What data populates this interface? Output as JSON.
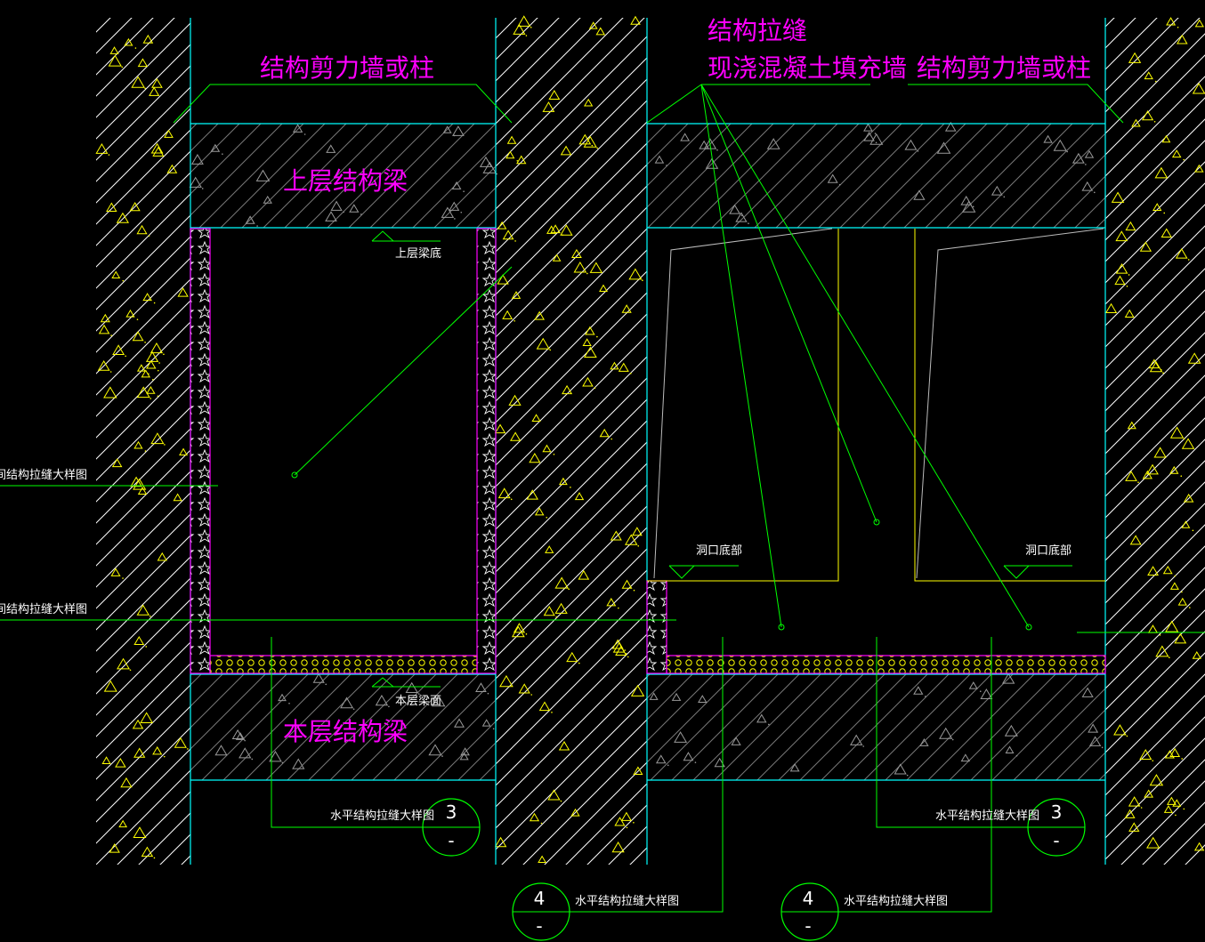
{
  "drawing": {
    "labels": {
      "shear_wall": "结构剪力墙或柱",
      "structural_joint": "结构拉缝",
      "cast_infill": "现浇混凝土填充墙",
      "upper_beam": "上层结构梁",
      "current_beam": "本层结构梁",
      "upper_beam_bottom": "上层梁底",
      "current_beam_top": "本层梁面",
      "opening_bottom": "洞口底部",
      "horizontal_joint_detail": "水平结构拉缝大样图",
      "vertical_joint_detail_partial": "间结构拉缝大样图"
    },
    "detail_callouts": [
      {
        "number": "3",
        "sheet": "-"
      },
      {
        "number": "3",
        "sheet": "-"
      },
      {
        "number": "4",
        "sheet": "-"
      },
      {
        "number": "4",
        "sheet": "-"
      }
    ],
    "colors": {
      "background": "#000000",
      "hatch": "#ffffff",
      "aggregate": "#ffff00",
      "boundary": "#00ffff",
      "leader": "#00ff00",
      "infill": "#ff00ff",
      "label": "#ff00ff"
    }
  }
}
